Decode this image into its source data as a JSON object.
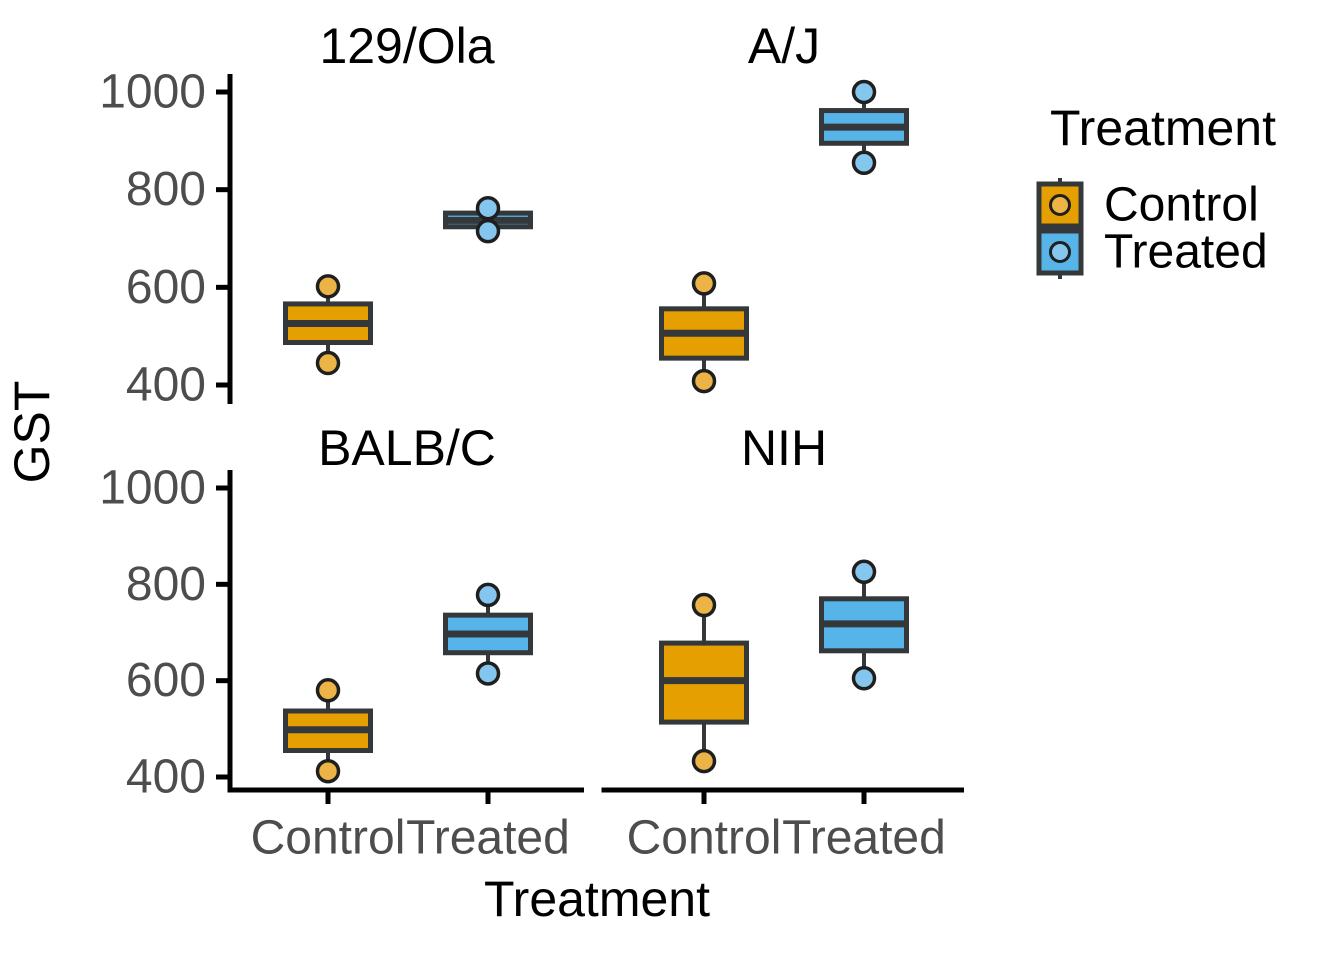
{
  "chart_data": {
    "type": "boxplot",
    "y_axis": {
      "label": "GST",
      "ticks": [
        1000,
        800,
        600,
        400
      ],
      "range": [
        400,
        1000
      ]
    },
    "x_axis": {
      "label": "Treatment",
      "categories": [
        "Control",
        "Treated"
      ]
    },
    "legend": {
      "title": "Treatment",
      "items": [
        {
          "label": "Control",
          "box_color": "#E69F00",
          "point_color": "#ECB447"
        },
        {
          "label": "Treated",
          "box_color": "#56B4E9",
          "point_color": "#85C6EE"
        }
      ]
    },
    "facets": [
      {
        "title": "129/Ola",
        "groups": [
          {
            "category": "Control",
            "min": 445,
            "q1": 487,
            "median": 526,
            "q3": 566,
            "max": 602,
            "points": [
              602,
              445
            ]
          },
          {
            "category": "Treated",
            "min": 715,
            "q1": 724,
            "median": 737,
            "q3": 752,
            "max": 762,
            "points": [
              762,
              715
            ]
          }
        ]
      },
      {
        "title": "A/J",
        "groups": [
          {
            "category": "Control",
            "min": 408,
            "q1": 455,
            "median": 506,
            "q3": 556,
            "max": 608,
            "points": [
              608,
              408
            ]
          },
          {
            "category": "Treated",
            "min": 855,
            "q1": 895,
            "median": 928,
            "q3": 962,
            "max": 1000,
            "points": [
              1000,
              855
            ]
          }
        ]
      },
      {
        "title": "BALB/C",
        "groups": [
          {
            "category": "Control",
            "min": 412,
            "q1": 455,
            "median": 498,
            "q3": 537,
            "max": 580,
            "points": [
              580,
              412
            ]
          },
          {
            "category": "Treated",
            "min": 615,
            "q1": 658,
            "median": 697,
            "q3": 736,
            "max": 778,
            "points": [
              778,
              615
            ]
          }
        ]
      },
      {
        "title": "NIH",
        "groups": [
          {
            "category": "Control",
            "min": 433,
            "q1": 514,
            "median": 600,
            "q3": 678,
            "max": 757,
            "points": [
              757,
              433
            ]
          },
          {
            "category": "Treated",
            "min": 605,
            "q1": 662,
            "median": 718,
            "q3": 770,
            "max": 826,
            "points": [
              826,
              605
            ]
          }
        ]
      }
    ]
  },
  "style": {
    "background": "#ffffff",
    "box_border": "#35383a",
    "point_stroke": "#1f1f1f",
    "axis_color": "#000000",
    "tick_label_color": "#4d4d4d",
    "title_color": "#000000",
    "orange": "#E69F00",
    "blue": "#56B4E9",
    "orange_point": "#ECB447",
    "blue_point": "#85C6EE"
  }
}
